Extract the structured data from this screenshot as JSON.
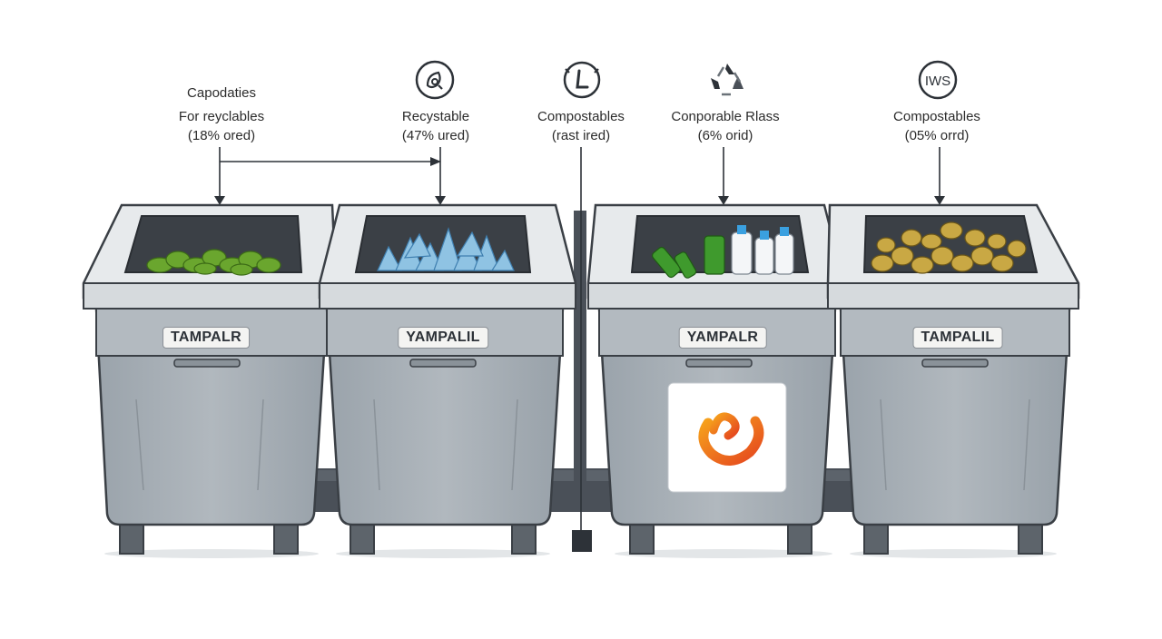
{
  "labels": [
    {
      "lines": [
        "Capodaties",
        "For reyclables",
        "(18% ored)"
      ]
    },
    {
      "icon": "leaf-recycle-icon",
      "lines": [
        "Recystable",
        "(47% ured)"
      ]
    },
    {
      "icon": "clock-l-icon",
      "lines": [
        "Compostables",
        "(rast ired)"
      ]
    },
    {
      "icon": "recycle-arrows-icon",
      "lines": [
        "Conporable Rlass",
        "(6% orid)"
      ]
    },
    {
      "icon": "iws-badge-icon",
      "icon_text": "IWS",
      "lines": [
        "Compostables",
        "(05% orrd)"
      ]
    }
  ],
  "bins": [
    {
      "tag": "TAMPALR",
      "contents": "green-organic-pieces",
      "content_color": "#6aa62e"
    },
    {
      "tag": "YAMPALIL",
      "contents": "blue-ice-crystals",
      "content_color": "#8fc3e3"
    },
    {
      "tag": "YAMPALR",
      "contents": "green-and-white-bottles",
      "content_color": "#3f9a2d",
      "sticker": "orange-swirl-logo"
    },
    {
      "tag": "TAMPALIL",
      "contents": "golden-nuggets",
      "content_color": "#c9a844"
    }
  ],
  "colors": {
    "bin_body": "#a7afb6",
    "bin_lid": "#e7eaec",
    "bin_outline": "#3a3f45",
    "frame": "#4a5058",
    "sticker_orange": "#ef7d1a"
  }
}
